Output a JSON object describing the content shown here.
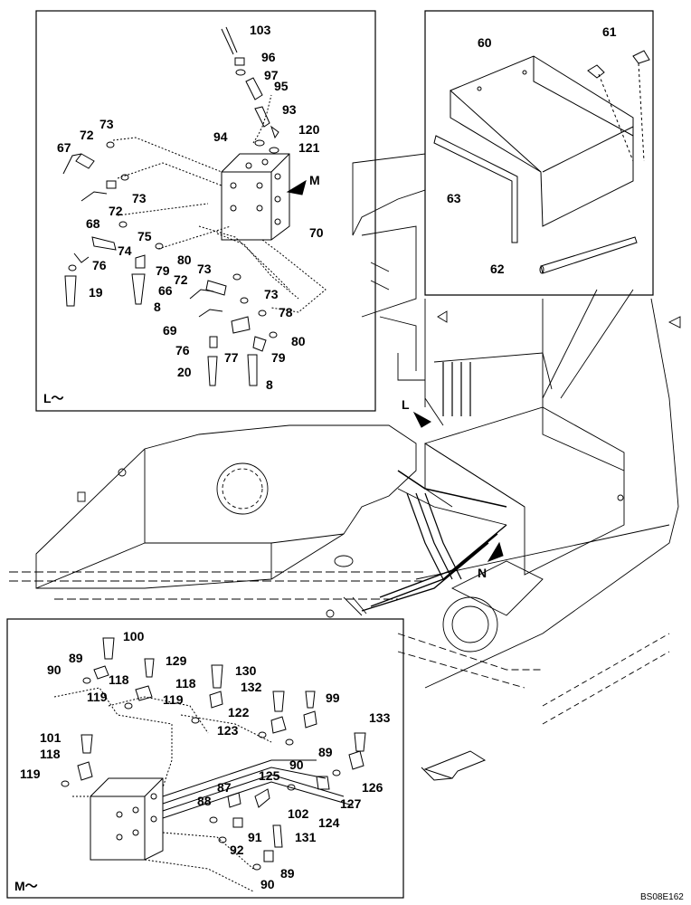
{
  "callouts": {
    "l": "L",
    "m": "M",
    "n": "N"
  },
  "panel_l": {
    "caption": "L～",
    "labels": [
      "103",
      "96",
      "97",
      "95",
      "93",
      "120",
      "121",
      "94",
      "73",
      "72",
      "67",
      "73",
      "72",
      "68",
      "70",
      "75",
      "80",
      "74",
      "76",
      "79",
      "73",
      "72",
      "66",
      "73",
      "19",
      "8",
      "78",
      "69",
      "76",
      "80",
      "79",
      "77",
      "20",
      "8"
    ]
  },
  "panel_top_right": {
    "labels": [
      "60",
      "61",
      "63",
      "62"
    ]
  },
  "panel_m": {
    "caption": "M～",
    "labels": [
      "100",
      "129",
      "89",
      "90",
      "118",
      "130",
      "119",
      "118",
      "132",
      "99",
      "119",
      "122",
      "123",
      "133",
      "101",
      "89",
      "118",
      "125",
      "90",
      "119",
      "126",
      "87",
      "127",
      "88",
      "102",
      "124",
      "91",
      "131",
      "92",
      "89",
      "90"
    ]
  },
  "drawing_code": "BS08E162"
}
